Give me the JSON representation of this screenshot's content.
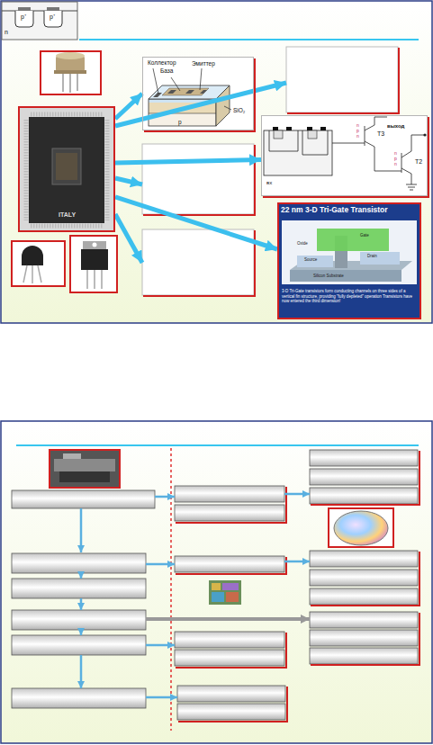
{
  "diagram": {
    "nodes": [
      {
        "text": [
          "ITALY"
        ]
      },
      {
        "text": [
          "Коллектор",
          "База",
          "Эмиттер",
          "SiO₂",
          "p"
        ]
      },
      {
        "text": [
          "T3",
          "n",
          "p",
          "n",
          "T2",
          "n",
          "p",
          "n",
          "выход",
          "вх"
        ]
      },
      {
        "text": [
          "22 nm 3-D Tri-Gate Transistor",
          "Gate",
          "Drain",
          "Source",
          "Oxide",
          "Silicon Substrate",
          "3-D Tri-Gate transistors form conducting channels on three sides of a vertical fin structure, providing \"fully depleted\" operation Transistors have now entered the third dimension!"
        ]
      }
    ],
    "edges": [
      {
        "from": 0,
        "to": 1,
        "arrow": "to"
      },
      {
        "from": 0,
        "to": 2,
        "arrow": "to"
      },
      {
        "from": 0,
        "to": 3,
        "arrow": "to"
      }
    ],
    "labels": [
      "p⁺",
      "p⁺",
      "n"
    ]
  }
}
